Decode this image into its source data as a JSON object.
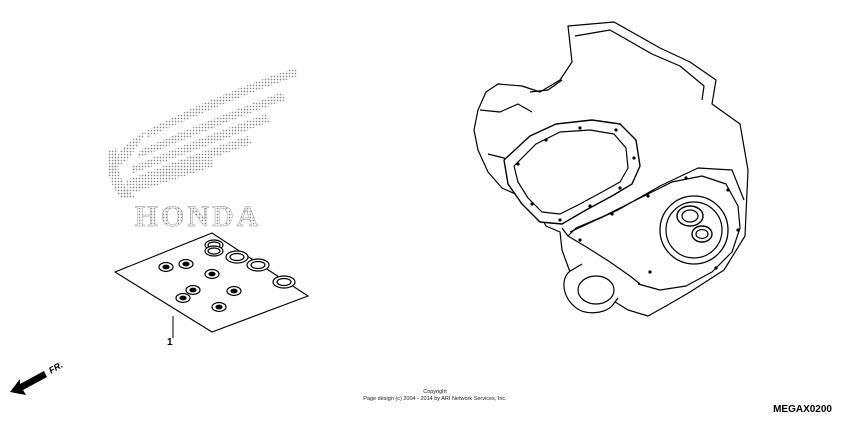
{
  "logo": {
    "text": "HONDA"
  },
  "parts": [
    {
      "callout": "1"
    }
  ],
  "direction": {
    "label": "FR."
  },
  "footer": {
    "copyright_title": "Copyright",
    "copyright_line": "Page design (c) 2004 - 2014 by ARI Network Services, Inc.",
    "diagram_code": "MEGAX0200"
  },
  "colors": {
    "line": "#000000",
    "logo_dots": "#8c8c8c",
    "background": "#ffffff"
  }
}
